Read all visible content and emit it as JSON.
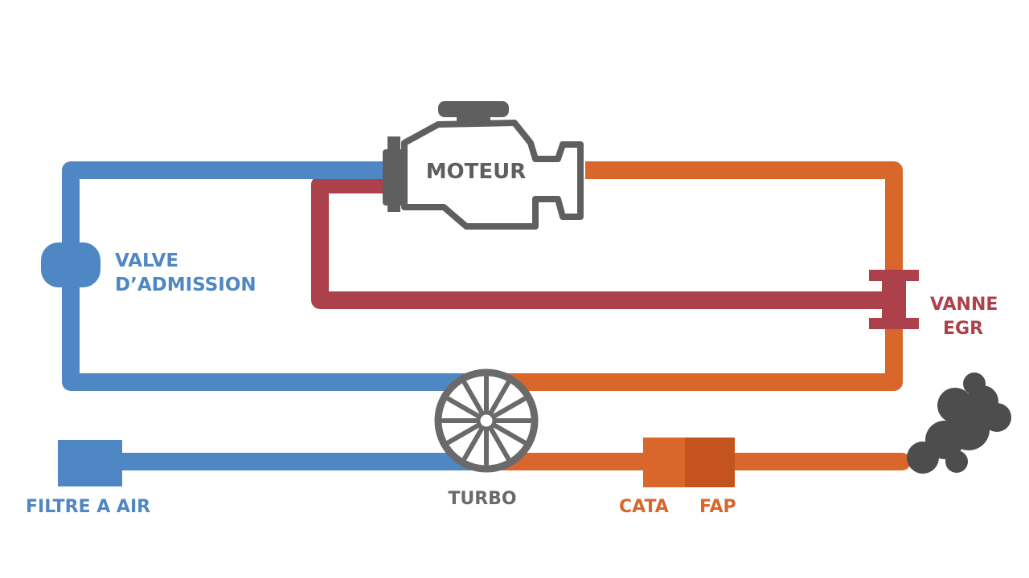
{
  "labels": {
    "engine": "MOTEUR",
    "intake_valve_line1": "VALVE",
    "intake_valve_line2": "D’ADMISSION",
    "egr_line1": "VANNE",
    "egr_line2": "EGR",
    "air_filter": "FILTRE A AIR",
    "turbo": "TURBO",
    "catalyst": "CATA",
    "dpf": "FAP"
  },
  "colors": {
    "intake_blue": "#4f87c4",
    "exhaust_orange": "#d9662b",
    "fap_dark_orange": "#c4531d",
    "egr_red": "#ad414b",
    "component_gray": "#5f5f5f",
    "smoke_gray": "#4d4d4d"
  },
  "icons": {
    "engine": "engine-icon",
    "turbo": "turbo-wheel-icon",
    "smoke": "exhaust-smoke-icon"
  }
}
